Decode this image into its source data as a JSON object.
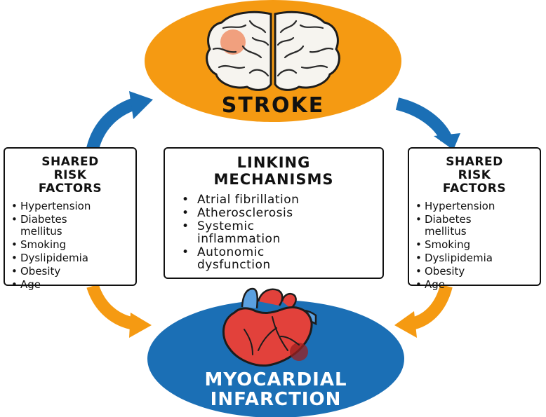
{
  "stroke": {
    "label": "STROKE"
  },
  "mi": {
    "label_line1": "MYOCARDIAL",
    "label_line2": "INFARCTION"
  },
  "left_box": {
    "title_lines": [
      "SHARED",
      "RISK",
      "FACTORS"
    ],
    "items": [
      "Hypertension",
      "Diabetes mellitus",
      "Smoking",
      "Dyslipidemia",
      "Obesity",
      "Age"
    ]
  },
  "center_box": {
    "title_lines": [
      "LINKING",
      "MECHANISMS"
    ],
    "items": [
      "Atrial fibrillation",
      "Atherosclerosis",
      "Systemic inflammation",
      "Autonomic dysfunction"
    ]
  },
  "right_box": {
    "title_lines": [
      "SHARED",
      "RISK",
      "FACTORS"
    ],
    "items": [
      "Hypertension",
      "Diabetes mellitus",
      "Smoking",
      "Dyslipidemia",
      "Obesity",
      "Age"
    ]
  },
  "colors": {
    "orange": "#F59A12",
    "blue": "#1B6FB5",
    "dark": "#111111"
  },
  "icons": {
    "brain": "brain-icon",
    "heart": "heart-icon"
  }
}
